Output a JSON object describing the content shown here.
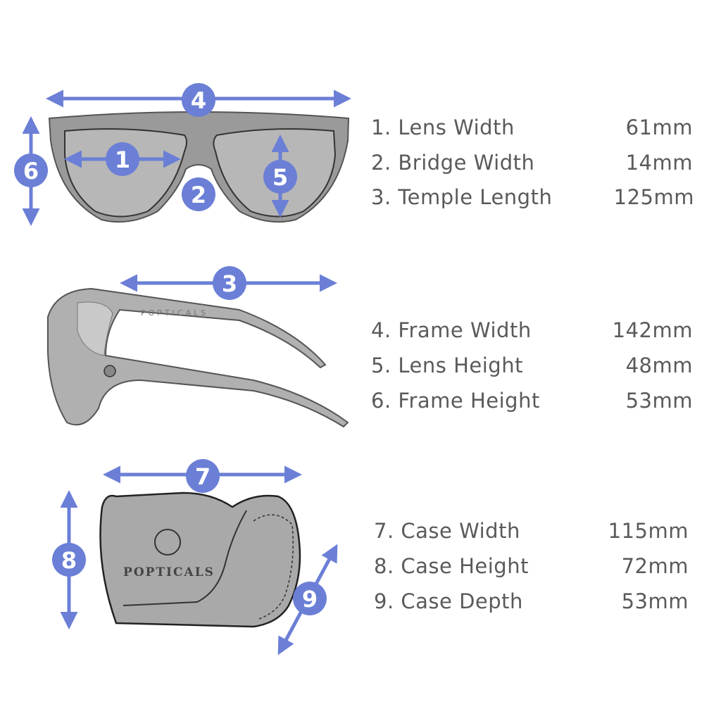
{
  "accent_color": "#6b7fd6",
  "badges": [
    "1",
    "2",
    "3",
    "4",
    "5",
    "6",
    "7",
    "8",
    "9"
  ],
  "brand_logo": "POPTICALS",
  "specs": [
    {
      "label": "1. Lens Width",
      "value": "61mm"
    },
    {
      "label": "2. Bridge Width",
      "value": "14mm"
    },
    {
      "label": "3. Temple Length",
      "value": "125mm"
    },
    {
      "label": "4. Frame Width",
      "value": "142mm"
    },
    {
      "label": "5. Lens Height",
      "value": "48mm"
    },
    {
      "label": "6. Frame Height",
      "value": "53mm"
    },
    {
      "label": "7. Case Width",
      "value": "115mm"
    },
    {
      "label": "8. Case Height",
      "value": "72mm"
    },
    {
      "label": "9. Case Depth",
      "value": "53mm"
    }
  ]
}
